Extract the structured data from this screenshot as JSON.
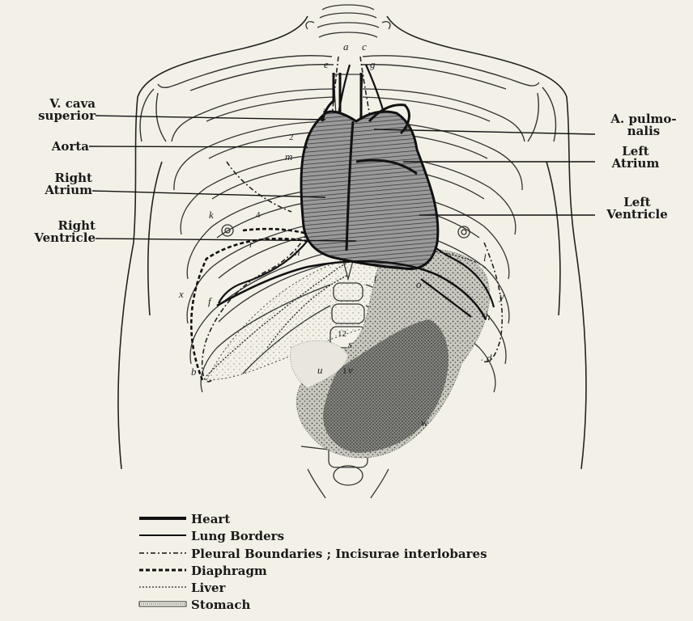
{
  "labels": {
    "v_cava_superior": [
      "V. cava",
      "superior"
    ],
    "aorta": "Aorta",
    "right_atrium": [
      "Right",
      "Atrium"
    ],
    "right_ventricle": [
      "Right",
      "Ventricle"
    ],
    "a_pulmonalis": [
      "A. pulmo-",
      "nalis"
    ],
    "left_atrium": [
      "Left",
      "Atrium"
    ],
    "left_ventricle": [
      "Left",
      "Ventricle"
    ]
  },
  "letters": [
    "a",
    "c",
    "e",
    "g",
    "m",
    "p",
    "k",
    "r",
    "n",
    "x",
    "f",
    "t",
    "o",
    "l",
    "y",
    "h",
    "b",
    "u",
    "v",
    "d",
    "w",
    "i",
    "s"
  ],
  "rib_numbers": [
    "1",
    "2",
    "4",
    "12"
  ],
  "legend": [
    {
      "style": "heart",
      "label": "Heart"
    },
    {
      "style": "lung",
      "label": "Lung Borders"
    },
    {
      "style": "pleural",
      "label": "Pleural Boundaries ; Incisurae interlobares"
    },
    {
      "style": "diaphragm",
      "label": "Diaphragm"
    },
    {
      "style": "liver",
      "label": "Liver"
    },
    {
      "style": "stomach",
      "label": "Stomach"
    }
  ],
  "colors": {
    "background": "#f3f1e7",
    "ink": "#1a1a1a",
    "heart_fill": "#8f8f8f",
    "stomach_fill": "#bdbdb4"
  }
}
